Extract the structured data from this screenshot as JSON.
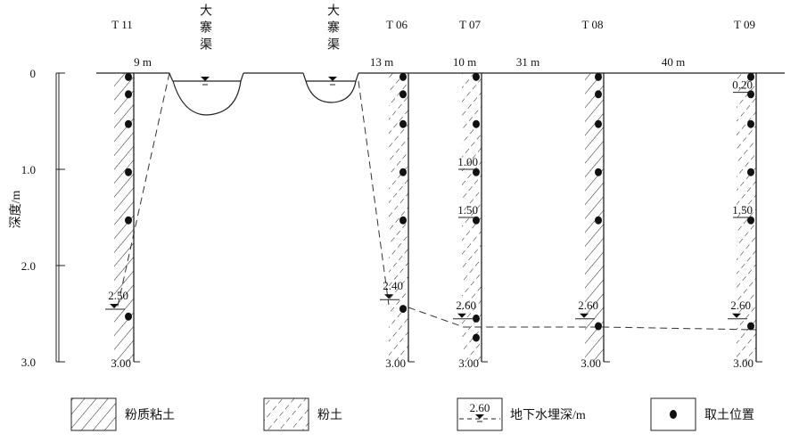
{
  "axis": {
    "label": "深度/m",
    "ticks": [
      "0",
      "1.0",
      "2.0",
      "3.0"
    ],
    "tick_values": [
      0,
      1,
      2,
      3
    ]
  },
  "channels": [
    {
      "label": "大寨渠"
    },
    {
      "label": "大寨渠"
    }
  ],
  "distances": [
    "9 m",
    "13 m",
    "10 m",
    "31 m",
    "40 m"
  ],
  "boreholes": [
    {
      "name": "T 11",
      "soil": "粉质粘土",
      "samples": [
        0.04,
        0.22,
        0.53,
        1.03,
        1.53,
        2.53
      ],
      "water_label": "2.50",
      "water_depth": 2.5,
      "bottom_label": "3.00"
    },
    {
      "name": "T 06",
      "soil": "粉土",
      "samples": [
        0.04,
        0.22,
        0.53,
        1.03,
        1.53,
        2.45
      ],
      "water_label": "2.40",
      "water_depth": 2.4,
      "bottom_label": "3.00"
    },
    {
      "name": "T 07",
      "soil": "粉土",
      "samples": [
        0.04,
        0.53,
        1.03,
        1.53,
        2.55,
        2.75
      ],
      "water_label": "2.60",
      "water_depth": 2.6,
      "bottom_label": "3.00",
      "extra_labels": [
        {
          "text": "1.00",
          "depth": 1.0
        },
        {
          "text": "1.50",
          "depth": 1.5
        }
      ]
    },
    {
      "name": "T 08",
      "soil": "粉质粘土",
      "samples": [
        0.04,
        0.22,
        0.53,
        1.03,
        1.53,
        2.63
      ],
      "water_label": "2.60",
      "water_depth": 2.6,
      "bottom_label": "3.00"
    },
    {
      "name": "T 09",
      "soil": "粉土",
      "samples": [
        0.04,
        0.22,
        0.53,
        1.03,
        1.53,
        2.63
      ],
      "water_label": "2.60",
      "water_depth": 2.6,
      "bottom_label": "3.00",
      "extra_labels": [
        {
          "text": "0.20",
          "depth": 0.2
        },
        {
          "text": "1.50",
          "depth": 1.5
        }
      ]
    }
  ],
  "legend": {
    "silty_clay": "粉质粘土",
    "silt": "粉土",
    "groundwater": "地下水埋深/m",
    "groundwater_sample": "2.60",
    "sample": "取土位置"
  }
}
